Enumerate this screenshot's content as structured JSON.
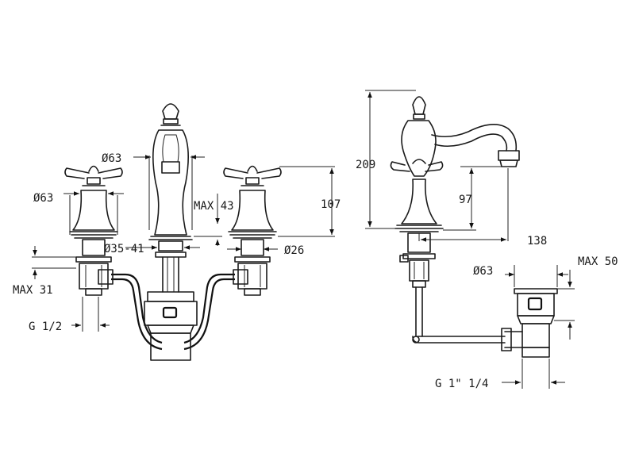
{
  "labels": {
    "left_handle_diameter": "Ø63",
    "spout_diameter": "Ø63",
    "max_43": "MAX 43",
    "dim_107": "107",
    "hole_range": "Ø35-41",
    "connector_diameter": "Ø26",
    "max_31": "MAX 31",
    "thread_half": "G 1/2",
    "dim_209": "209",
    "dim_97": "97",
    "dim_138": "138",
    "waste_diameter": "Ø63",
    "max_50": "MAX 50",
    "thread_waste": "G 1\" 1/4"
  }
}
